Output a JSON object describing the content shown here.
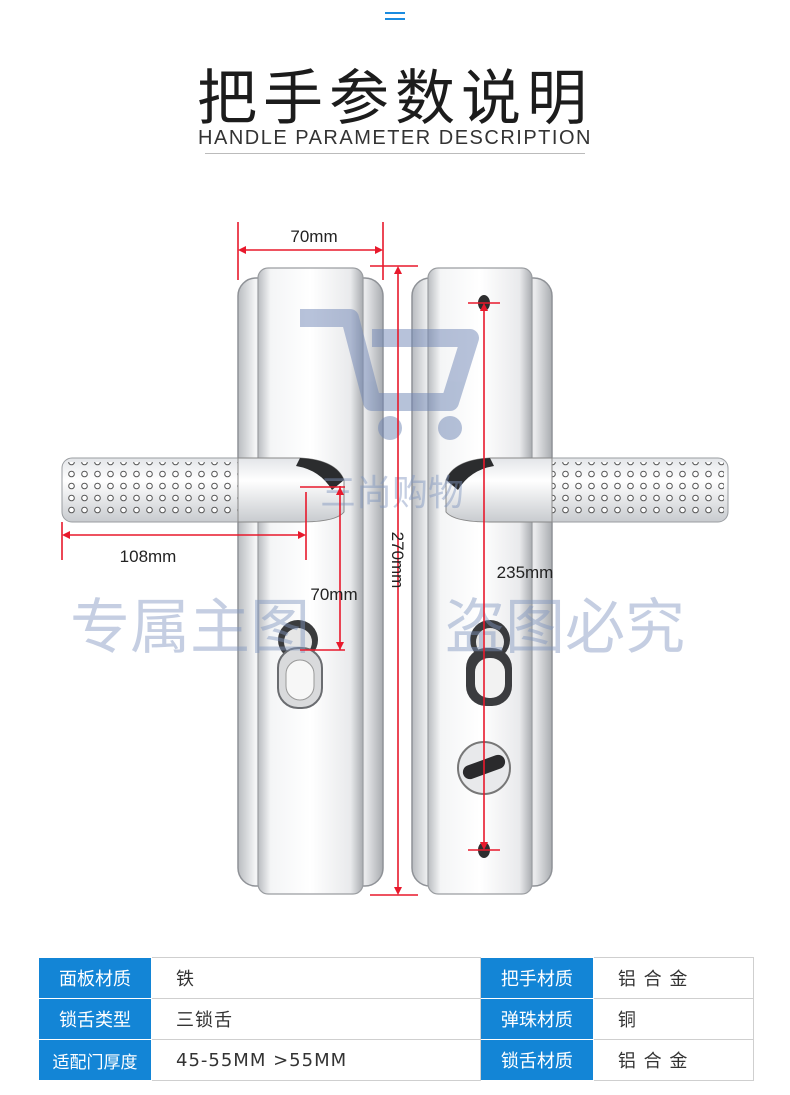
{
  "header": {
    "title": "把手参数说明",
    "subtitle": "HANDLE PARAMETER DESCRIPTION"
  },
  "dimensions": {
    "panel_width": "70mm",
    "panel_height": "270mm",
    "handle_length": "108mm",
    "center_distance_a": "70mm",
    "hole_distance": "235mm"
  },
  "watermarks": {
    "logo_text": "三尚购物",
    "line_left": "专属主图",
    "line_right": "盗图必究"
  },
  "specs": {
    "rows": [
      {
        "k1": "面板材质",
        "v1": "铁",
        "k2": "把手材质",
        "v2": "铝 合 金"
      },
      {
        "k1": "锁舌类型",
        "v1": "三锁舌",
        "k2": "弹珠材质",
        "v2": "铜"
      },
      {
        "k1": "适配门厚度",
        "v1": "45-55MM >55MM",
        "k2": "锁舌材质",
        "v2": "铝 合 金"
      }
    ]
  },
  "colors": {
    "accent": "#1385d6",
    "dimension_line": "#e8192c"
  }
}
